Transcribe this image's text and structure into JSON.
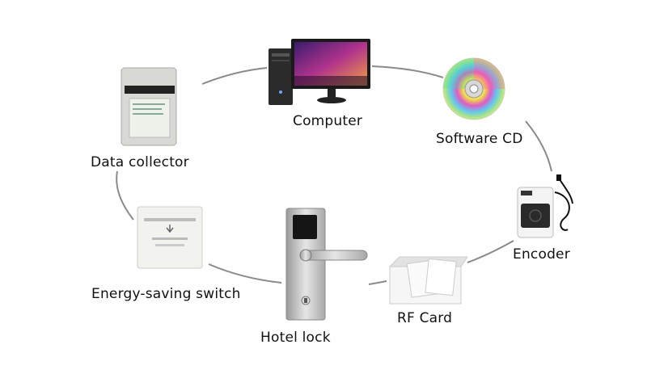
{
  "diagram": {
    "nodes": [
      {
        "id": "computer",
        "label": "Computer",
        "icon": "computer-icon"
      },
      {
        "id": "software_cd",
        "label": "Software CD",
        "icon": "cd-icon"
      },
      {
        "id": "encoder",
        "label": "Encoder",
        "icon": "encoder-icon"
      },
      {
        "id": "rf_card",
        "label": "RF Card",
        "icon": "rf-card-icon"
      },
      {
        "id": "hotel_lock",
        "label": "Hotel lock",
        "icon": "hotel-lock-icon"
      },
      {
        "id": "energy_switch",
        "label": "Energy-saving switch",
        "icon": "energy-switch-icon"
      },
      {
        "id": "data_collector",
        "label": "Data collector",
        "icon": "data-collector-icon"
      }
    ],
    "connector_color": "#7a7a7a"
  }
}
